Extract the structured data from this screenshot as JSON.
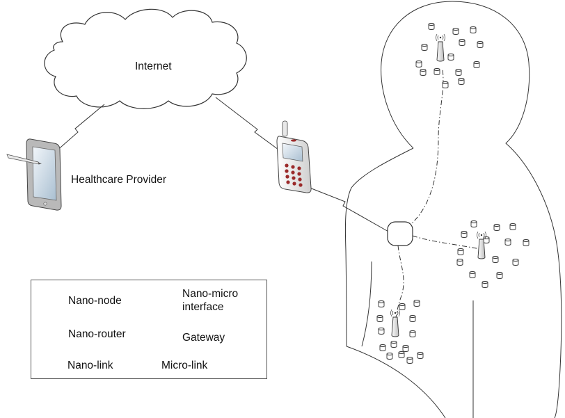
{
  "labels": {
    "cloud": "Internet",
    "provider": "Healthcare Provider"
  },
  "legend": {
    "nano_node": "Nano-node",
    "interface_line1": "Nano-micro",
    "interface_line2": "interface",
    "nano_router": "Nano-router",
    "gateway": "Gateway",
    "nano_link": "Nano-link",
    "micro_link": "Micro-link"
  },
  "icons": {
    "cloud": "cloud-icon",
    "tablet": "tablet-icon",
    "phone": "mobile-phone-icon",
    "node": "nano-node-icon",
    "router": "nano-router-icon",
    "interface": "nano-micro-interface-icon"
  },
  "colors": {
    "stroke": "#333333",
    "phone_body": "#f4f4f4",
    "phone_keys": "#9b2a2a",
    "screen": "#d8e4ee"
  }
}
